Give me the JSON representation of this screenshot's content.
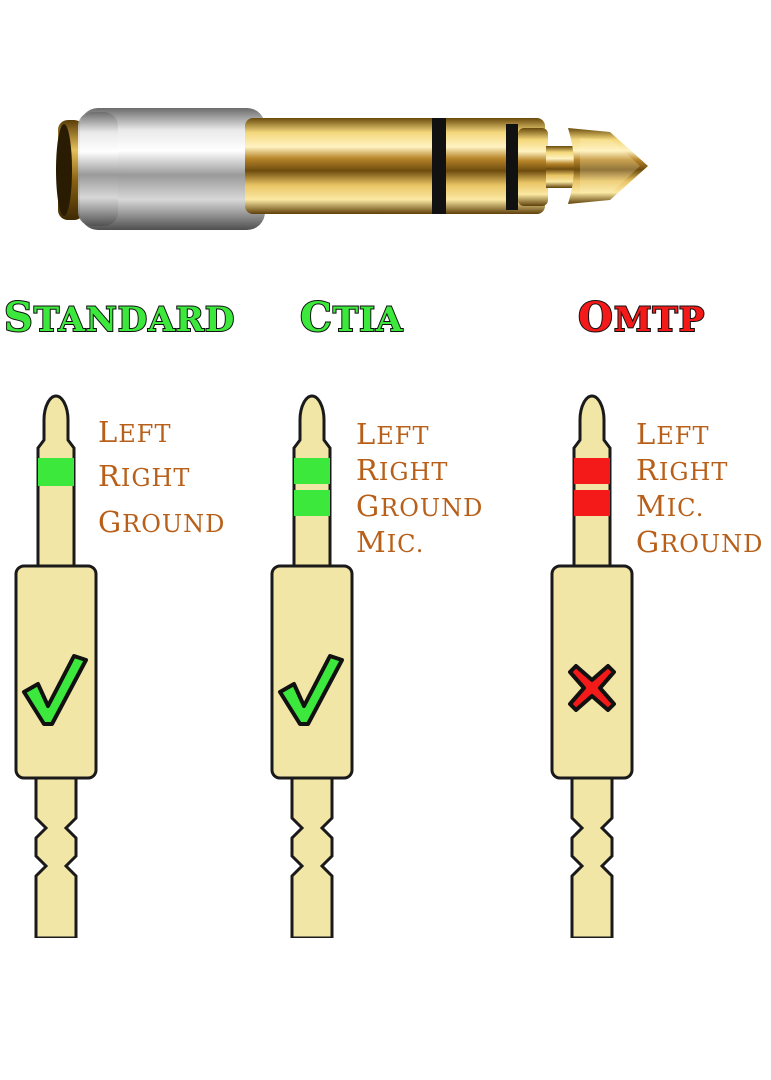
{
  "colors": {
    "plug_body": "#f1e6a6",
    "plug_outline": "#1a1a1a",
    "ring_ok": "#3ce83c",
    "ring_bad": "#f41a1a",
    "label_text": "#b8601a",
    "title_ok": "#3ce83c",
    "title_bad": "#f41a1a"
  },
  "standards": [
    {
      "title": "Standard",
      "status": "compatible",
      "status_icon": "check-icon",
      "status_glyph": "√",
      "labels": [
        "Left",
        "Right",
        "Ground"
      ]
    },
    {
      "title": "CTIA",
      "status": "compatible",
      "status_icon": "check-icon",
      "status_glyph": "√",
      "labels": [
        "Left",
        "Right",
        "Ground",
        "Mic."
      ]
    },
    {
      "title": "OMTP",
      "status": "incompatible",
      "status_icon": "cross-icon",
      "status_glyph": "✕",
      "labels": [
        "Left",
        "Right",
        "Mic.",
        "Ground"
      ]
    }
  ]
}
